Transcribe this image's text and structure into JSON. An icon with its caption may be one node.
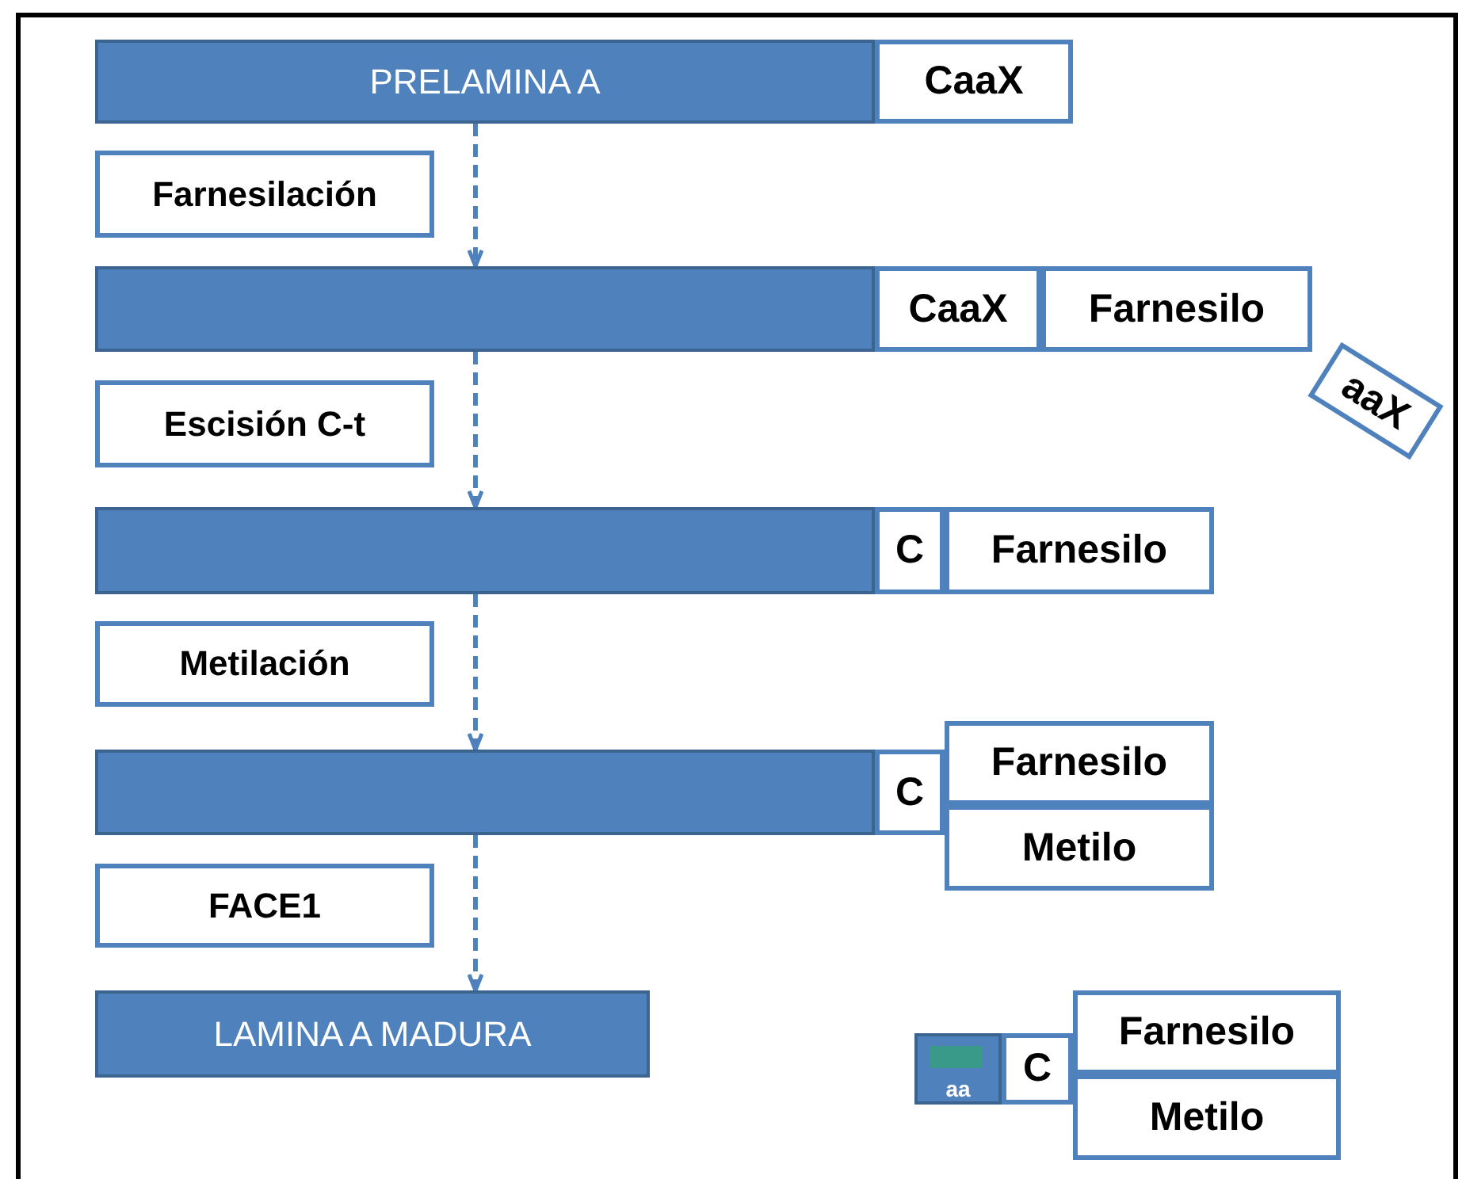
{
  "diagram": {
    "nodes": [
      {
        "text": [
          "PRELAMINA A"
        ]
      },
      {
        "text": [
          "CaaX"
        ]
      },
      {
        "text": [
          "Farnesilación"
        ]
      },
      {
        "text": [],
        "shape": "bar"
      },
      {
        "text": [
          "CaaX"
        ]
      },
      {
        "text": [
          "Farnesilo"
        ]
      },
      {
        "text": [
          "aaX"
        ]
      },
      {
        "text": [
          "Escisión C-t"
        ]
      },
      {
        "text": [],
        "shape": "bar"
      },
      {
        "text": [
          "C"
        ]
      },
      {
        "text": [
          "Farnesilo"
        ]
      },
      {
        "text": [
          "Metilación"
        ]
      },
      {
        "text": [],
        "shape": "bar"
      },
      {
        "text": [
          "C"
        ]
      },
      {
        "text": [
          "Farnesilo"
        ]
      },
      {
        "text": [
          "Metilo"
        ]
      },
      {
        "text": [
          "FACE1"
        ]
      },
      {
        "text": [
          "LAMINA A MADURA"
        ]
      },
      {
        "text": [
          "aa"
        ]
      },
      {
        "text": [
          "C"
        ]
      },
      {
        "text": [
          "Farnesilo"
        ]
      },
      {
        "text": [
          "Metilo"
        ]
      }
    ],
    "edges": [
      {
        "from": 0,
        "to": 3,
        "arrow": "to",
        "style": "dashed"
      },
      {
        "from": 3,
        "to": 8,
        "arrow": "to",
        "style": "dashed"
      },
      {
        "from": 8,
        "to": 12,
        "arrow": "to",
        "style": "dashed"
      },
      {
        "from": 12,
        "to": 17,
        "arrow": "to",
        "style": "dashed"
      }
    ]
  }
}
